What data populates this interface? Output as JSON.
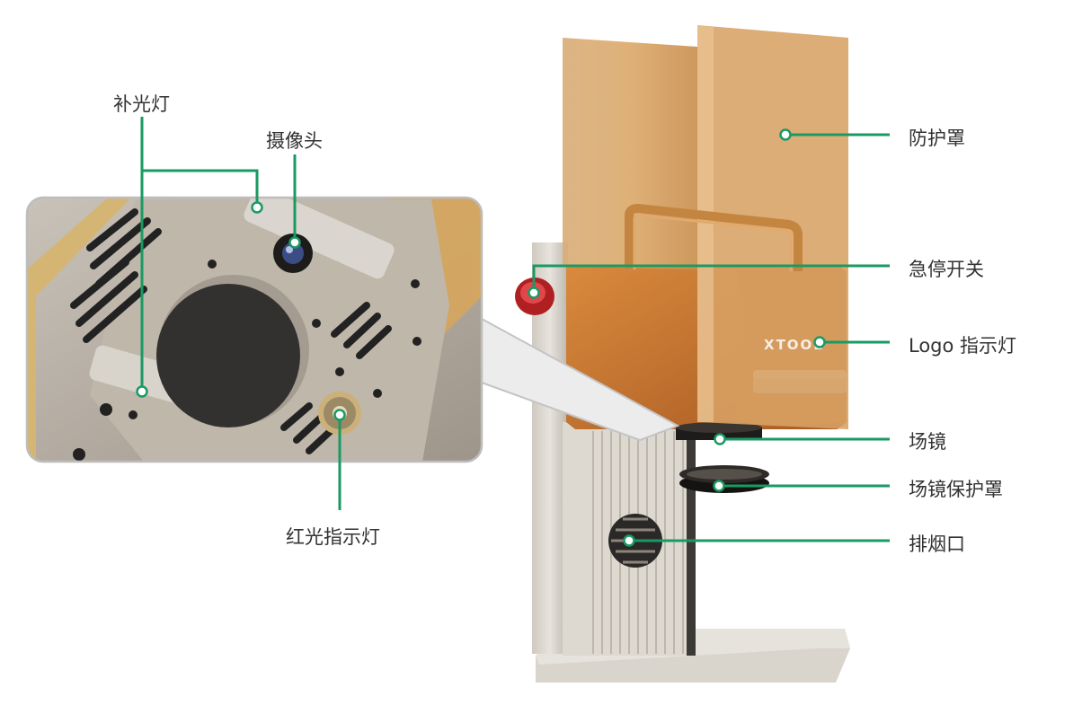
{
  "labels": {
    "supplementary_light": "补光灯",
    "camera": "摄像头",
    "red_light_indicator": "红光指示灯",
    "protective_cover": "防护罩",
    "emergency_stop": "急停开关",
    "logo_indicator": "Logo 指示灯",
    "field_lens": "场镜",
    "field_lens_protector": "场镜保护罩",
    "exhaust_port": "排烟口"
  },
  "product": {
    "brand_logo": "XTOOL"
  },
  "colors": {
    "callout_line": "#1a9a63",
    "label_text": "#333333",
    "inset_border": "#bdbdbd",
    "shield_amber": "#d8a66a",
    "body_orange": "#c8742f",
    "frame_silver": "#d6d2cb",
    "emergency_red": "#c8282a"
  }
}
